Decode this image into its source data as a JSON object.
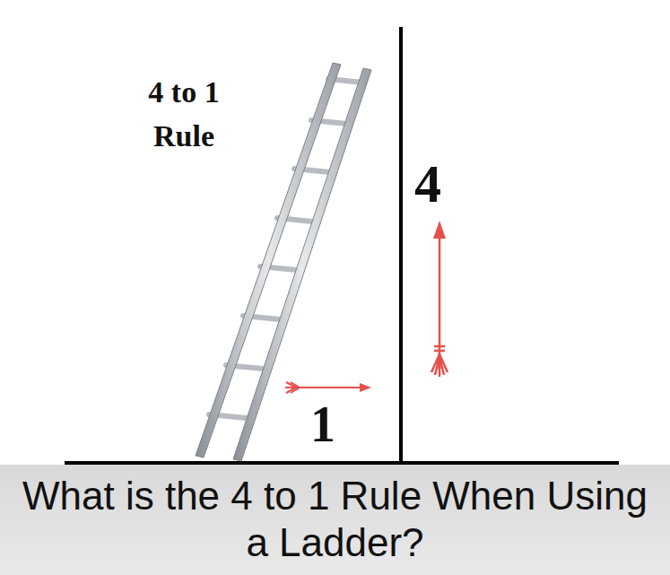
{
  "diagram": {
    "title": "What is the 4 to 1 Rule When Using a Ladder?",
    "labels": [
      "4 to 1 Rule",
      "4",
      "1"
    ]
  }
}
